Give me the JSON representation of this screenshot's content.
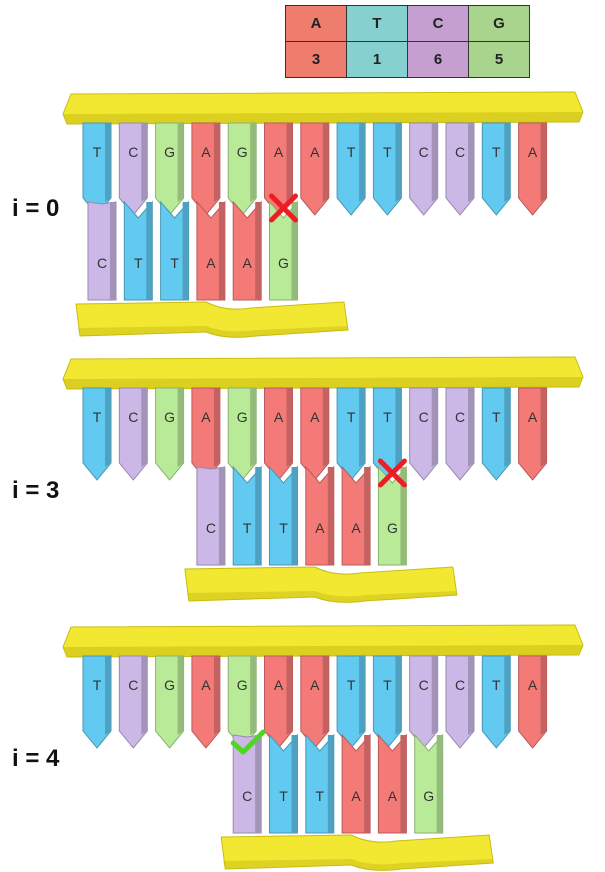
{
  "legend": {
    "bases": [
      "A",
      "T",
      "C",
      "G"
    ],
    "counts": [
      "3",
      "1",
      "6",
      "5"
    ]
  },
  "colors": {
    "A": "#f47a78",
    "T": "#62c9f0",
    "C": "#cbb8e6",
    "G": "#b8ea98",
    "legend_A": "#ef7d6e",
    "legend_T": "#86d0cf",
    "legend_C": "#c59fd0",
    "legend_G": "#a8d48e",
    "backbone": "#f2e832",
    "backbone_dark": "#c9bc12",
    "cross": "#ee1c24",
    "check": "#4fd61e"
  },
  "panels": [
    {
      "label": "i = 0",
      "shift": 0,
      "mark": "cross",
      "mark_after": 5,
      "top_strand": [
        "T",
        "C",
        "G",
        "A",
        "G",
        "A",
        "A",
        "T",
        "T",
        "C",
        "C",
        "T",
        "A"
      ],
      "pattern": [
        "C",
        "T",
        "T",
        "A",
        "A",
        "G"
      ]
    },
    {
      "label": "i = 3",
      "shift": 3,
      "mark": "cross",
      "mark_after": 5,
      "top_strand": [
        "T",
        "C",
        "G",
        "A",
        "G",
        "A",
        "A",
        "T",
        "T",
        "C",
        "C",
        "T",
        "A"
      ],
      "pattern": [
        "C",
        "T",
        "T",
        "A",
        "A",
        "G"
      ]
    },
    {
      "label": "i = 4",
      "shift": 4,
      "mark": "check",
      "mark_after": 0,
      "top_strand": [
        "T",
        "C",
        "G",
        "A",
        "G",
        "A",
        "A",
        "T",
        "T",
        "C",
        "C",
        "T",
        "A"
      ],
      "pattern": [
        "C",
        "T",
        "T",
        "A",
        "A",
        "G"
      ]
    }
  ]
}
